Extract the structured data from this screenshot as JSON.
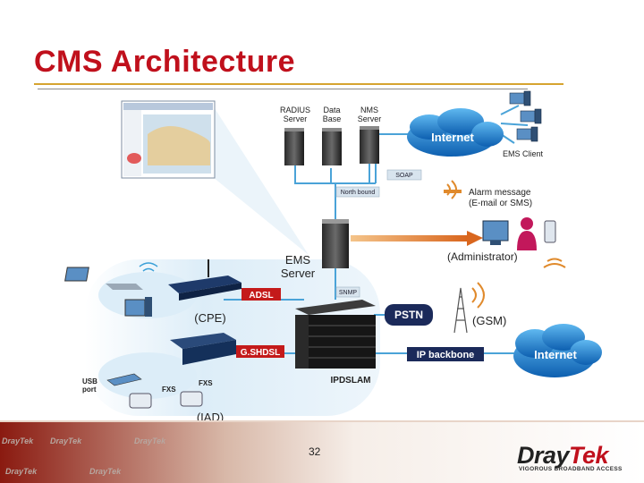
{
  "slide": {
    "title": "CMS Architecture",
    "page_number": "32"
  },
  "servers": {
    "radius": [
      "RADIUS",
      "Server"
    ],
    "database": [
      "Data",
      "Base"
    ],
    "nms": [
      "NMS",
      "Server"
    ]
  },
  "labels": {
    "internet_top": "Internet",
    "ems_client": "EMS Client",
    "soap": "SOAP",
    "north_bound": "North bound",
    "alarm": [
      "Alarm message",
      "(E-mail or SMS)"
    ],
    "administrator": "(Administrator)",
    "ems_server": [
      "EMS",
      "Server"
    ],
    "snmp": "SNMP",
    "adsl": "ADSL",
    "cpe": "(CPE)",
    "pstn": "PSTN",
    "gsm": "(GSM)",
    "gshdsl": "G.SHDSL",
    "ip_backbone": "IP backbone",
    "internet_bottom": "Internet",
    "usb_port": [
      "USB",
      "port"
    ],
    "fxs": "FXS",
    "fxs_small": "FXS",
    "ipdslam": "IPDSLAM",
    "iad": "(IAD)"
  },
  "footer": {
    "brand_dray": "Dray",
    "brand_tek": "Tek",
    "tagline": "VIGOROUS BROADBAND ACCESS",
    "watermark": "DrayTek"
  },
  "colors": {
    "title": "#c0101c",
    "red_tag": "#c41a1a",
    "navy_tag": "#1b2a5a",
    "link_line": "#4aa3d8",
    "arrow": "#e0823a",
    "cloud": "#1e7fd0",
    "rule": "#d6a430"
  }
}
